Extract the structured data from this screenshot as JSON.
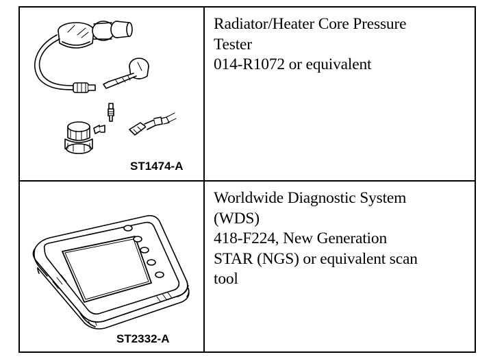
{
  "tools": [
    {
      "figure_label": "ST1474-A",
      "figure_icon": "pressure-tester-illustration",
      "description_lines": [
        "Radiator/Heater Core Pressure",
        "Tester",
        "014-R1072 or equivalent"
      ]
    },
    {
      "figure_label": "ST2332-A",
      "figure_icon": "diagnostic-scan-tool-illustration",
      "description_lines": [
        "Worldwide Diagnostic System",
        "(WDS)",
        "418-F224, New Generation",
        "STAR (NGS) or equivalent scan",
        "tool"
      ]
    }
  ]
}
